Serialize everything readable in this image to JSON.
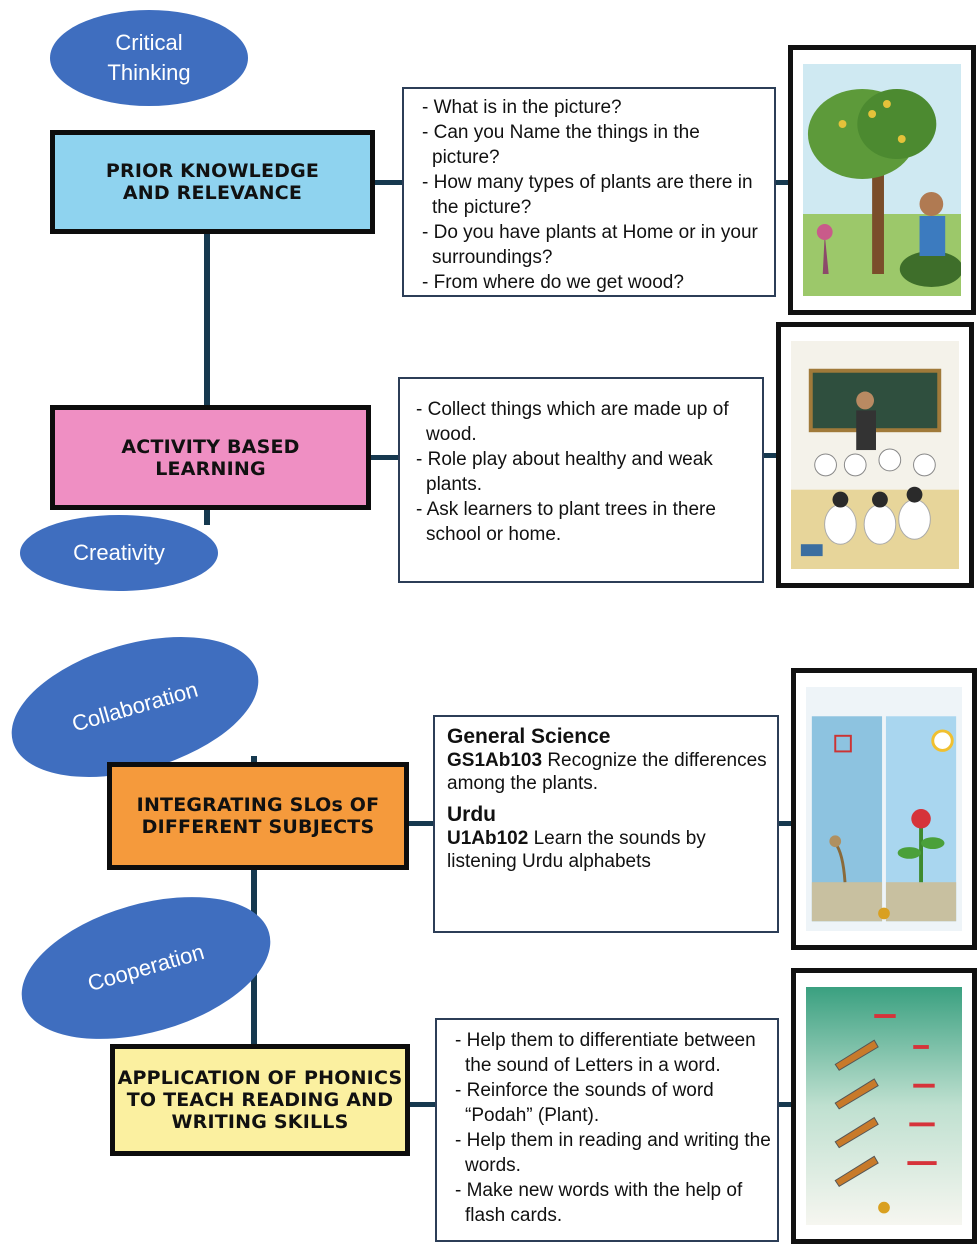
{
  "section1": {
    "oval_critical": "Critical Thinking",
    "oval_creativity": "Creativity",
    "box_prior": "PRIOR KNOWLEDGE AND RELEVANCE",
    "box_activity": "ACTIVITY BASED LEARNING",
    "prior_questions": [
      "What is in the picture?",
      "Can you Name the things in the picture?",
      "How many types of plants are there in the picture?",
      "Do you have plants at Home or in your surroundings?",
      "From where do we get wood?"
    ],
    "activity_items": [
      "Collect things which are made up of wood.",
      "Role play about healthy and weak plants.",
      "Ask learners to plant trees in there school or home."
    ]
  },
  "section2": {
    "oval_collaboration": "Collaboration",
    "oval_cooperation": "Cooperation",
    "box_integrating": "INTEGRATING SLOs OF DIFFERENT SUBJECTS",
    "box_phonics": "APPLICATION OF PHONICS TO TEACH READING AND WRITING SKILLS",
    "slos": [
      {
        "subject": "General Science",
        "code": "GS1Ab103",
        "text": "Recognize the differences among the plants."
      },
      {
        "subject": "Urdu",
        "code": "U1Ab102",
        "text": "Learn the sounds by listening Urdu alphabets"
      }
    ],
    "phonics_items": [
      "Help them to differentiate between the sound of Letters in a word.",
      "Reinforce the sounds of word “Podah” (Plant).",
      "Help them in reading and writing the words.",
      "Make new words with the help of flash cards."
    ]
  },
  "colors": {
    "prior_box": "#8fd3ef",
    "activity_box": "#ef8fc3",
    "integrating_box": "#f59a3c",
    "phonics_box": "#fbf0a0",
    "oval": "#3f6ebf",
    "connector": "#16394f"
  }
}
